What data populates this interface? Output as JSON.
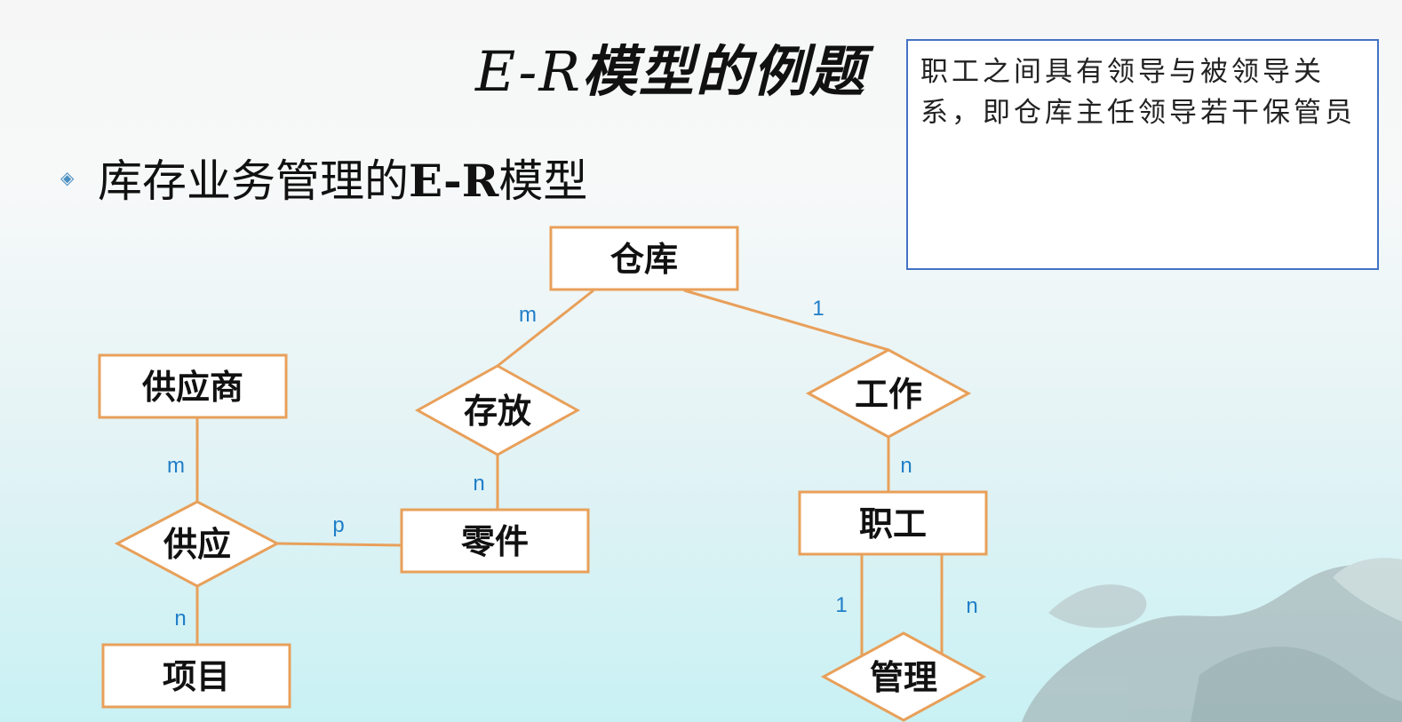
{
  "slide": {
    "title_latin": "E-R",
    "title_cjk": "模型的例题",
    "note": "职工之间具有领导与被领导关系，即仓库主任领导若干保管员",
    "bullet_icon": "diamond-bullet-icon",
    "bullet_text_1": "库存业务管理的",
    "bullet_text_bold": "E-R",
    "bullet_text_2": "模型"
  },
  "diagram": {
    "entities": {
      "warehouse": "仓库",
      "supplier": "供应商",
      "part": "零件",
      "project": "项目",
      "employee": "职工"
    },
    "relationships": {
      "store": "存放",
      "work": "工作",
      "supply": "供应",
      "manage": "管理"
    },
    "cardinalities": {
      "warehouse_store": "m",
      "warehouse_work": "1",
      "store_part": "n",
      "work_employee": "n",
      "supplier_supply": "m",
      "supply_part": "p",
      "supply_project": "n",
      "employee_manage_left": "1",
      "employee_manage_right": "n"
    }
  },
  "colors": {
    "shape_stroke": "#e8a05a",
    "cardinality_text": "#1f7ec8",
    "note_border": "#4472c4"
  }
}
